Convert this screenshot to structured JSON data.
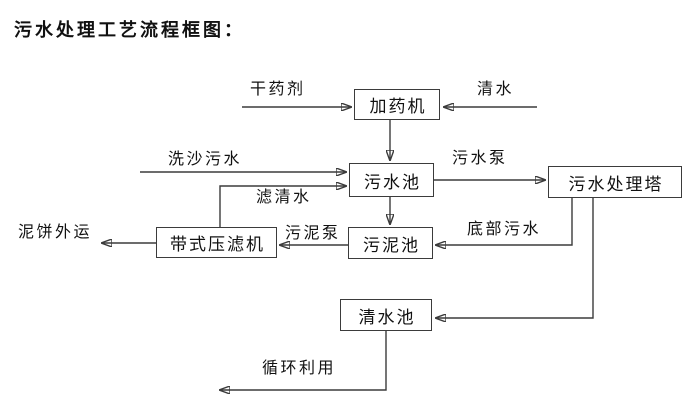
{
  "title": "污水处理工艺流程框图：",
  "colors": {
    "line": "#3b3b3b",
    "text": "#111111",
    "background": "#ffffff"
  },
  "diagram": {
    "nodes": {
      "dosing_machine": {
        "label": "加药机"
      },
      "wastewater_pool": {
        "label": "污水池"
      },
      "treatment_tower": {
        "label": "污水处理塔"
      },
      "sludge_pool": {
        "label": "污泥池"
      },
      "belt_filter_press": {
        "label": "带式压滤机"
      },
      "clean_water_pool": {
        "label": "清水池"
      }
    },
    "edge_labels": {
      "dry_agent": "干药剂",
      "clean_water_in": "清水",
      "sand_washing_wastewater": "洗沙污水",
      "filtered_water": "滤清水",
      "wastewater_pump": "污水泵",
      "bottom_wastewater": "底部污水",
      "sludge_pump": "污泥泵",
      "mud_cake_outbound": "泥饼外运",
      "recycle_use": "循环利用"
    },
    "edges": [
      {
        "from": "external",
        "to": "dosing_machine",
        "label_key": "dry_agent"
      },
      {
        "from": "external",
        "to": "dosing_machine",
        "label_key": "clean_water_in"
      },
      {
        "from": "dosing_machine",
        "to": "wastewater_pool",
        "label_key": null
      },
      {
        "from": "external",
        "to": "wastewater_pool",
        "label_key": "sand_washing_wastewater"
      },
      {
        "from": "belt_filter_press",
        "to": "wastewater_pool",
        "label_key": "filtered_water"
      },
      {
        "from": "wastewater_pool",
        "to": "treatment_tower",
        "label_key": "wastewater_pump"
      },
      {
        "from": "wastewater_pool",
        "to": "sludge_pool",
        "label_key": null
      },
      {
        "from": "treatment_tower",
        "to": "sludge_pool",
        "label_key": "bottom_wastewater"
      },
      {
        "from": "sludge_pool",
        "to": "belt_filter_press",
        "label_key": "sludge_pump"
      },
      {
        "from": "belt_filter_press",
        "to": "external",
        "label_key": "mud_cake_outbound"
      },
      {
        "from": "treatment_tower",
        "to": "clean_water_pool",
        "label_key": null
      },
      {
        "from": "clean_water_pool",
        "to": "external",
        "label_key": "recycle_use"
      }
    ]
  }
}
